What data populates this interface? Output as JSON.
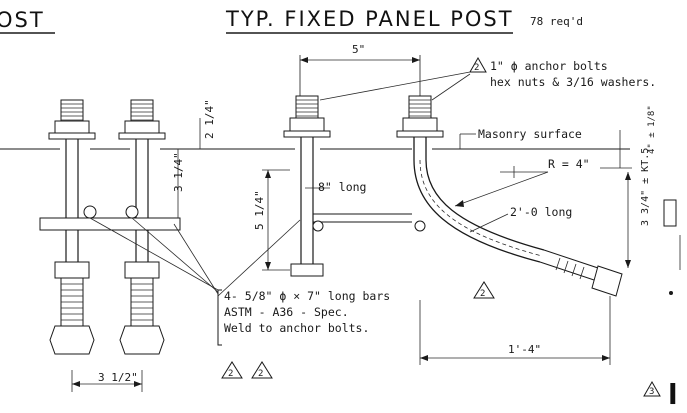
{
  "header": {
    "left_title_fragment": "OST",
    "main_title": "TYP. FIXED PANEL POST",
    "right_note_fragment": "78 req'd"
  },
  "notes": {
    "anchor_bolts_line1": "1\" ϕ anchor bolts",
    "anchor_bolts_line2": "hex nuts & 3/16 washers.",
    "masonry_surface": "Masonry surface",
    "radius": "R = 4\"",
    "long_8": "8\" long",
    "long_2_0": "2'-0 long",
    "bars_line1": "4- 5/8\" ϕ × 7\" long bars",
    "bars_line2": "ASTM - A36 - Spec.",
    "bars_line3": "Weld to anchor bolts."
  },
  "dimensions": {
    "d_5": "5\"",
    "d_2_1_4": "2 1/4\"",
    "d_3_1_4": "3 1/4\"",
    "d_5_1_4": "5 1/4\"",
    "d_3_1_2": "3 1/2\"",
    "d_1_4": "1'-4\"",
    "d_4_right": "4\" ± 1/8\"",
    "d_3_3_4_right": "3 3/4\" ± KT.5"
  },
  "revision_marks": {
    "rev_2": "2",
    "rev_3": "3"
  },
  "edge_fragments": {
    "right_letter": "l"
  }
}
